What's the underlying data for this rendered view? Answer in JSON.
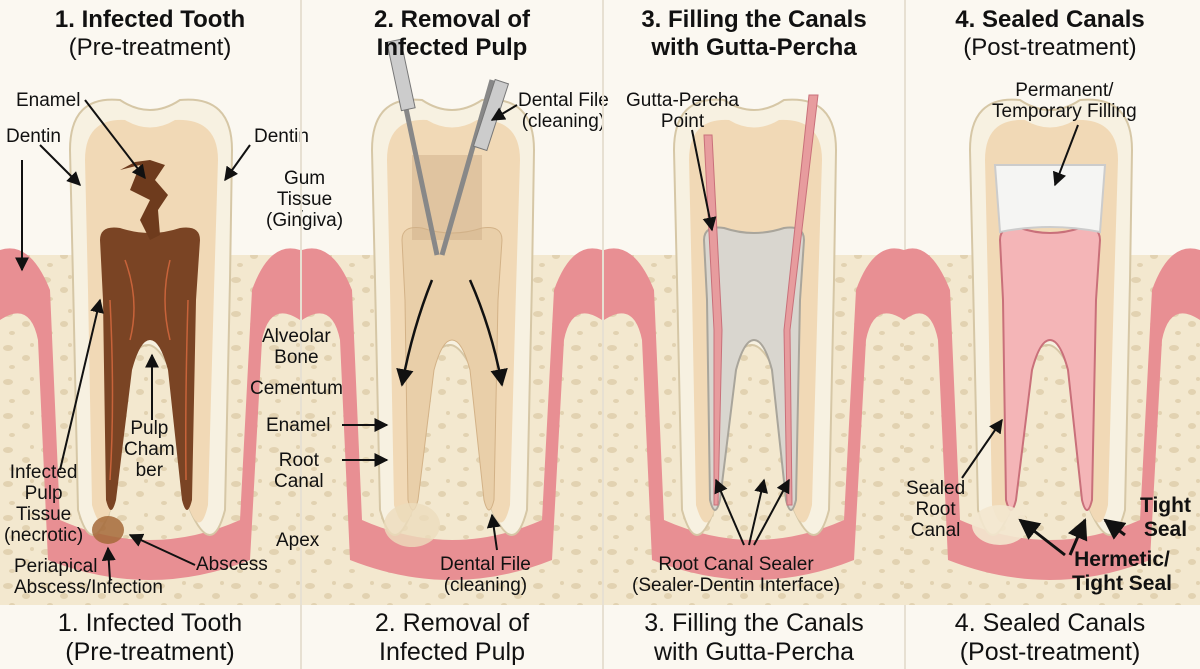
{
  "panels": [
    {
      "title": {
        "line1": "1. Infected Tooth",
        "line2": "(Pre-treatment)"
      },
      "caption": {
        "line1": "1. Infected Tooth",
        "line2": "(Pre-treatment)"
      },
      "labels": {
        "enamel_top": "Enamel",
        "dentin_left": "Dentin",
        "dentin_right": "Dentin",
        "pulp_chamber": [
          "Pulp",
          "Cham",
          "ber"
        ],
        "infected_pulp": [
          "Infected",
          "Pulp",
          "Tissue",
          "(necrotic)"
        ],
        "periapical": [
          "Periapical",
          "Abscess/Infection"
        ],
        "abscess": "Abscess"
      }
    },
    {
      "title": {
        "line1": "2. Removal of",
        "line2": "Infected Pulp"
      },
      "caption": {
        "line1": "2. Removal of",
        "line2": "Infected Pulp"
      },
      "labels": {
        "gum_tissue": [
          "Gum",
          "Tissue",
          "(Gingiva)"
        ],
        "alveolar_bone": [
          "Alveolar",
          "Bone"
        ],
        "cementum": "Cementum",
        "enamel": "Enamel",
        "root_canal": [
          "Root",
          "Canal"
        ],
        "apex": "Apex",
        "dental_file_top": [
          "Dental File",
          "(cleaning)"
        ],
        "dental_file_bottom": [
          "Dental File",
          "(cleaning)"
        ]
      }
    },
    {
      "title": {
        "line1": "3. Filling the Canals",
        "line2": "with Gutta-Percha"
      },
      "caption": {
        "line1": "3. Filling the Canals",
        "line2": "with Gutta-Percha"
      },
      "labels": {
        "gutta_percha_point": [
          "Gutta-Percha",
          "Point"
        ],
        "root_canal_sealer": [
          "Root Canal Sealer",
          "(Sealer-Dentin Interface)"
        ]
      }
    },
    {
      "title": {
        "line1": "4. Sealed Canals",
        "line2": "(Post-treatment)"
      },
      "caption": {
        "line1": "4. Sealed Canals",
        "line2": "(Post-treatment)"
      },
      "labels": {
        "filling": [
          "Permanent/",
          "Temporary Filling"
        ],
        "sealed_root_canal": [
          "Sealed",
          "Root",
          "Canal"
        ],
        "tight_seal": [
          "Tight",
          "Seal"
        ],
        "hermetic_seal": [
          "Hermetic/",
          "Tight Seal"
        ]
      }
    }
  ],
  "colors": {
    "enamel": "#f7f1e1",
    "dentin": "#f1d9b6",
    "gum": "#e88f93",
    "bone": "#f3e8cf",
    "infected_pulp": "#7a4424",
    "sealed_pulp": "#f4b5b7",
    "gutta_percha": "#e79c9e",
    "filling": "#f5f5f3"
  }
}
